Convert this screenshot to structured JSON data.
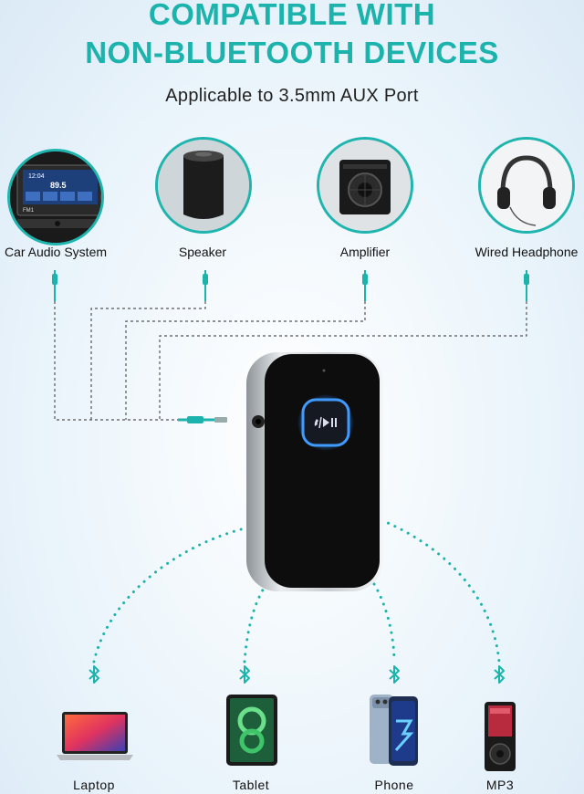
{
  "header": {
    "line1": "COMPATIBLE WITH",
    "line2": "NON-BLUETOOTH DEVICES",
    "subtitle": "Applicable to 3.5mm AUX Port"
  },
  "sources": [
    {
      "label": "Car Audio System",
      "icon": "car-stereo-icon"
    },
    {
      "label": "Speaker",
      "icon": "speaker-icon"
    },
    {
      "label": "Amplifier",
      "icon": "amplifier-icon"
    },
    {
      "label": "Wired Headphone",
      "icon": "headphone-icon"
    }
  ],
  "car_screen": {
    "time": "12:04",
    "freq": "89.5",
    "band": "FM1"
  },
  "devices": [
    {
      "label": "Laptop",
      "icon": "laptop-icon"
    },
    {
      "label": "Tablet",
      "icon": "tablet-icon"
    },
    {
      "label": "Phone",
      "icon": "phone-icon"
    },
    {
      "label": "MP3",
      "icon": "mp3-player-icon"
    }
  ],
  "receiver": {
    "button_icon": "call-play-pause-icon"
  },
  "colors": {
    "accent": "#1cb3ad",
    "glow": "#2f8cff",
    "line": "#555555"
  }
}
